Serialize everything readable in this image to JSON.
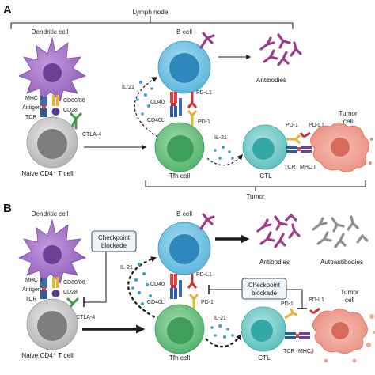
{
  "panels": {
    "A": {
      "letter": "A",
      "bracket_top": "Lymph node",
      "bracket_bottom": "Tumor",
      "dendritic_cell": "Dendritic cell",
      "b_cell": "B cell",
      "antibodies": "Antibodies",
      "tumor_cell": [
        "Tumor",
        "cell"
      ],
      "mhc2": "MHC II",
      "antigen": "Antigen",
      "tcr": "TCR",
      "cd80_86": "CD80/86",
      "cd28": "CD28",
      "ctla4": "CTLA-4",
      "naive_t": "Naive CD4⁺ T cell",
      "il21_left": "IL-21",
      "cd40": "CD40",
      "cd40l": "CD40L",
      "pdl1_b": "PD-L1",
      "pd1_b": "PD-1",
      "il21_mid": "IL-21",
      "tfh": "Tfh cell",
      "ctl": "CTL",
      "pd1_t": "PD-1",
      "pdl1_t": "PD-L1",
      "tcr_t": "TCR",
      "mhc1_t": "MHC I"
    },
    "B": {
      "letter": "B",
      "dendritic_cell": "Dendritic cell",
      "b_cell": "B cell",
      "checkpoint1": [
        "Checkpoint",
        "blockade"
      ],
      "antibodies": "Antibodies",
      "autoantibodies": "Autoantibodies",
      "tumor_cell": [
        "Tumor",
        "cell"
      ],
      "il21_left": "IL-21",
      "cd40": "CD40",
      "cd40l": "CD40L",
      "pdl1_b": "PD-L1",
      "pd1_b": "PD-1",
      "checkpoint2": [
        "Checkpoint",
        "blockade"
      ],
      "mhc2": "MHC II",
      "antigen": "Antigen",
      "tcr": "TCR",
      "cd80_86": "CD80/86",
      "cd28": "CD28",
      "ctla4": "CTLA-4",
      "naive_t": "Naive CD4⁺ T cell",
      "il21_mid": "IL-21",
      "tfh": "Tfh cell",
      "ctl": "CTL",
      "pd1_t": "PD-1",
      "pdl1_t": "PD-L1",
      "tcr_t": "TCR",
      "mhc1_t": "MHC I"
    }
  },
  "colors": {
    "dendritic": "#a473c6",
    "b_cell": "#77c6e6",
    "tfh": "#72c689",
    "ctl": "#7fd1cf",
    "naive_t": "#cfcfcf",
    "tumor": "#f0a597",
    "antibody": "#9c3a8c",
    "autoantibody": "#8e8e8e",
    "cd40": "#e04343",
    "yellow": "#e8b23a"
  }
}
